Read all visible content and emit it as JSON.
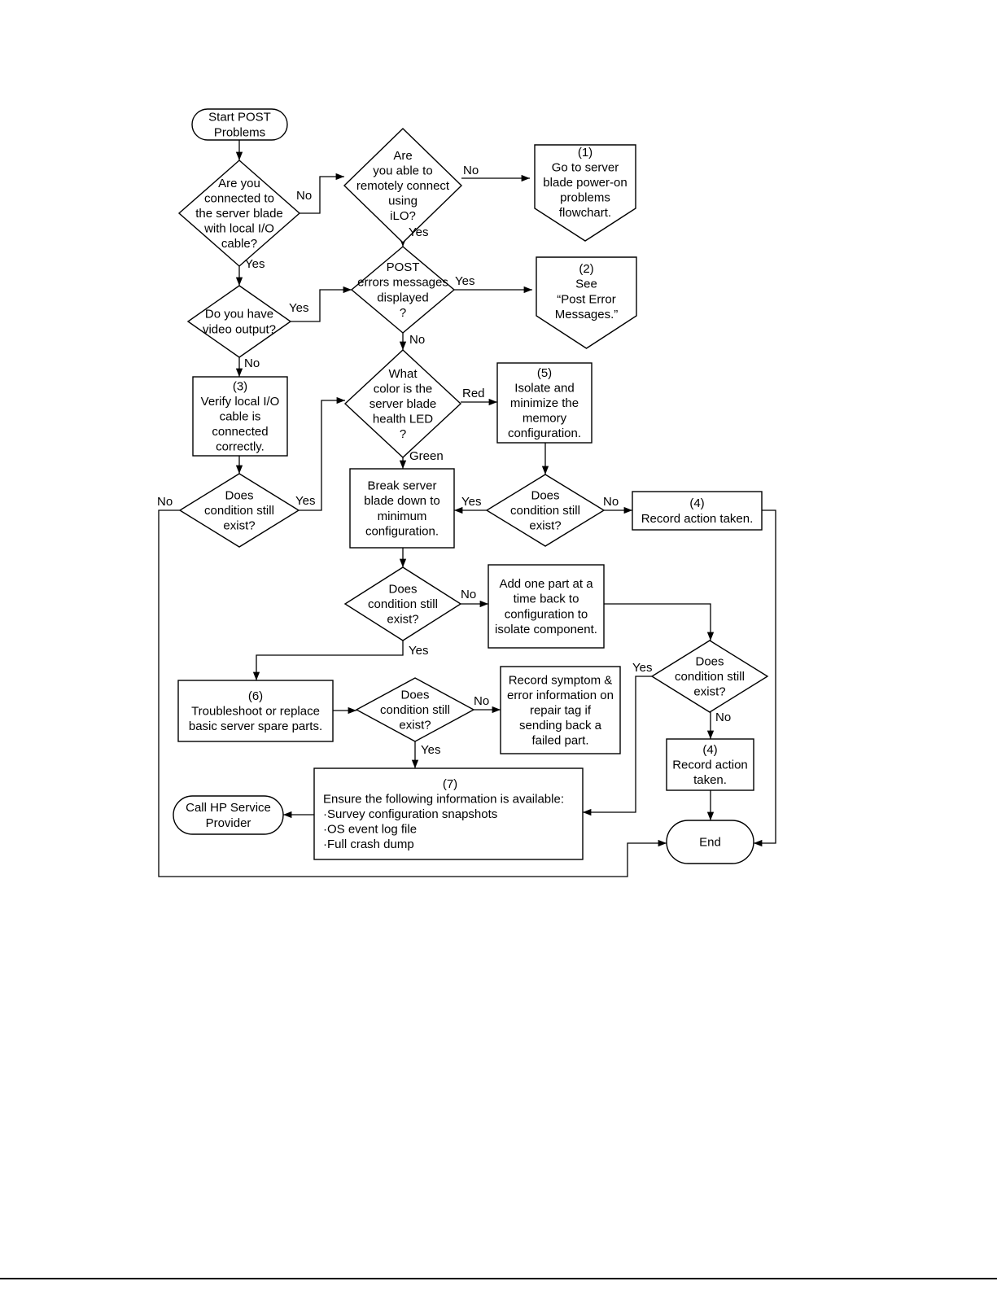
{
  "nodes": {
    "start": [
      "Start POST",
      "Problems"
    ],
    "q_local": [
      "Are you",
      "connected to",
      "the server blade",
      "with local I/O",
      "cable?"
    ],
    "q_remote": [
      "Are",
      "you able to",
      "remotely connect",
      "using",
      "iLO?"
    ],
    "off_power_on": [
      "(1)",
      "Go to server",
      "blade power-on",
      "problems",
      "flowchart."
    ],
    "q_video": [
      "Do you have",
      "video output?"
    ],
    "q_post_errors": [
      "POST",
      "errors messages",
      "displayed",
      "?"
    ],
    "off_post_errors": [
      "(2)",
      "See",
      "“Post Error",
      "Messages.”"
    ],
    "verify_cable": [
      "(3)",
      "Verify local I/O",
      "cable is",
      "connected",
      "correctly."
    ],
    "q_led": [
      "What",
      "color is the",
      "server blade",
      "health LED",
      "?"
    ],
    "isolate_memory": [
      "(5)",
      "Isolate and",
      "minimize the",
      "memory",
      "configuration."
    ],
    "q_cond_a": [
      "Does",
      "condition still",
      "exist?"
    ],
    "break_down": [
      "Break server",
      "blade down to",
      "minimum",
      "configuration."
    ],
    "q_cond_b": [
      "Does",
      "condition still",
      "exist?"
    ],
    "record_a": [
      "(4)",
      "Record action taken."
    ],
    "q_cond_c": [
      "Does",
      "condition still",
      "exist?"
    ],
    "add_part": [
      "Add one part at a",
      "time back to",
      "configuration to",
      "isolate component."
    ],
    "q_cond_d": [
      "Does",
      "condition still",
      "exist?"
    ],
    "troubleshoot": [
      "(6)",
      "Troubleshoot or replace",
      "basic server spare parts."
    ],
    "q_cond_e": [
      "Does",
      "condition still",
      "exist?"
    ],
    "record_symptom": [
      "Record symptom &",
      "error information on",
      "repair tag if",
      "sending back a",
      "failed part."
    ],
    "record_b": [
      "(4)",
      "Record action",
      "taken."
    ],
    "ensure_info": [
      "(7)",
      "Ensure the following information is available:",
      "·Survey configuration snapshots",
      "·OS event log file",
      "·Full crash dump"
    ],
    "call_hp": [
      "Call HP Service",
      "Provider"
    ],
    "end": [
      "End"
    ]
  },
  "edge_labels": {
    "local_no": "No",
    "local_yes": "Yes",
    "remote_no": "No",
    "remote_yes": "Yes",
    "video_yes": "Yes",
    "video_no": "No",
    "post_yes": "Yes",
    "post_no": "No",
    "led_red": "Red",
    "led_green": "Green",
    "cond_a_no": "No",
    "cond_a_yes": "Yes",
    "cond_b_yes": "Yes",
    "cond_b_no": "No",
    "cond_c_no": "No",
    "cond_c_yes": "Yes",
    "cond_d_yes": "Yes",
    "cond_d_no": "No",
    "cond_e_no": "No",
    "cond_e_yes": "Yes"
  }
}
